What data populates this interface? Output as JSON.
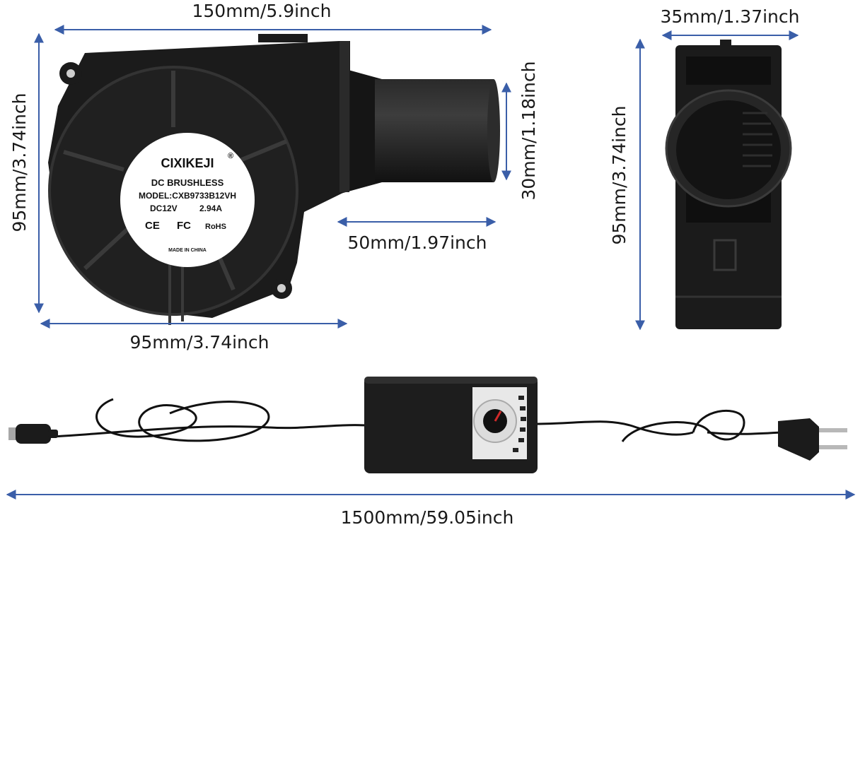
{
  "dimensions": {
    "blower_length": "150mm/5.9inch",
    "blower_height": "95mm/3.74inch",
    "outlet_diameter": "30mm/1.18inch",
    "outlet_length": "50mm/1.97inch",
    "blower_body_width": "95mm/3.74inch",
    "side_width": "35mm/1.37inch",
    "side_height": "95mm/3.74inch",
    "cable_length": "1500mm/59.05inch"
  },
  "fan_label": {
    "brand": "CIXIKEJI",
    "registered": "®",
    "type": "DC BRUSHLESS",
    "model": "MODEL:CXB9733B12VH",
    "voltage": "DC12V",
    "current": "2.94A",
    "cert_ce": "CE",
    "cert_fc": "FC",
    "cert_rohs": "RoHS",
    "origin": "MADE IN CHINA"
  },
  "colors": {
    "dimension_line": "#3a5ea8",
    "product": "#1b1b1b",
    "product_highlight": "#3a3a3a"
  },
  "icons": [
    "blower-fan",
    "speed-controller",
    "dc-plug",
    "ac-plug"
  ]
}
